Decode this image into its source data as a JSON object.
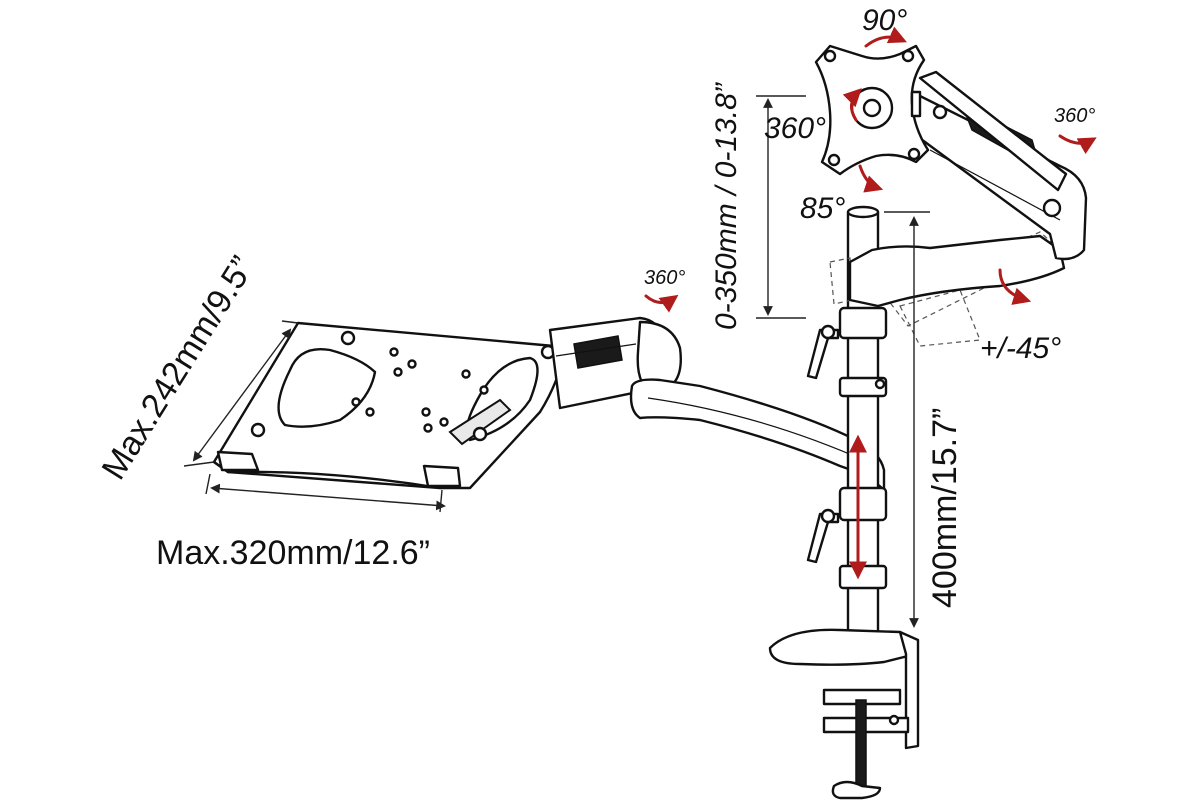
{
  "labels": {
    "tray_depth": "Max.242mm/9.5”",
    "tray_width": "Max.320mm/12.6”",
    "height_adjust": "0-350mm / 0-13.8”",
    "pole_height": "400mm/15.7”",
    "tilt_up": "90°",
    "rotate_plate": "360°",
    "tilt_down": "85°",
    "swivel_arm": "360°",
    "swivel_tray": "360°",
    "swing": "+/-45°"
  },
  "colors": {
    "ink": "#111111",
    "arrow_red": "#b01c1c"
  }
}
